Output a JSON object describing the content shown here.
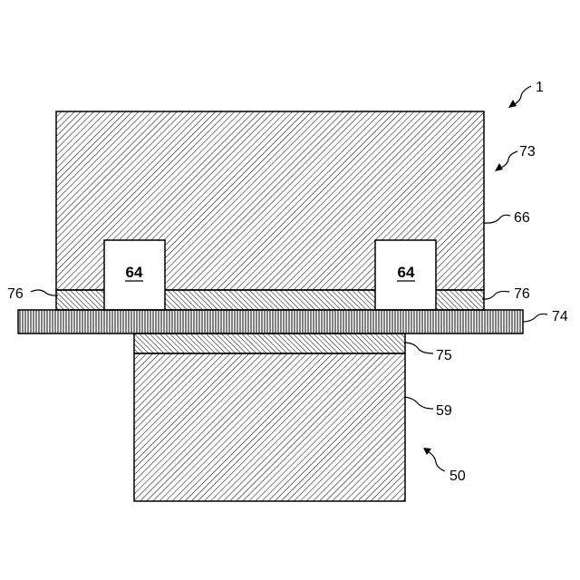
{
  "diagram": {
    "labels": {
      "assembly": "1",
      "upper_unit": "73",
      "upper_body": "66",
      "left_bond": "76",
      "right_bond": "76",
      "plate": "74",
      "lower_bond": "75",
      "lower_body": "59",
      "lower_unit": "50"
    },
    "cavities": {
      "left": "64",
      "right": "64"
    }
  }
}
